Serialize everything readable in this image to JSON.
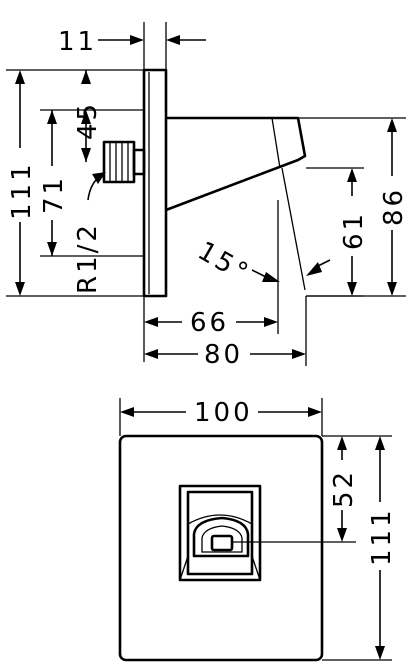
{
  "side_view": {
    "dim_wall_thickness": "11",
    "dim_overall_height": "111",
    "dim_center_offset": "45",
    "dim_center_height": "71",
    "dim_thread": "R1/2",
    "dim_angle": "15°",
    "dim_outlet_height": "61",
    "dim_spout_height": "86",
    "dim_outlet_projection": "66",
    "dim_overall_projection": "80"
  },
  "front_view": {
    "dim_plate_width": "100",
    "dim_outlet_from_top": "52",
    "dim_plate_height": "111"
  }
}
